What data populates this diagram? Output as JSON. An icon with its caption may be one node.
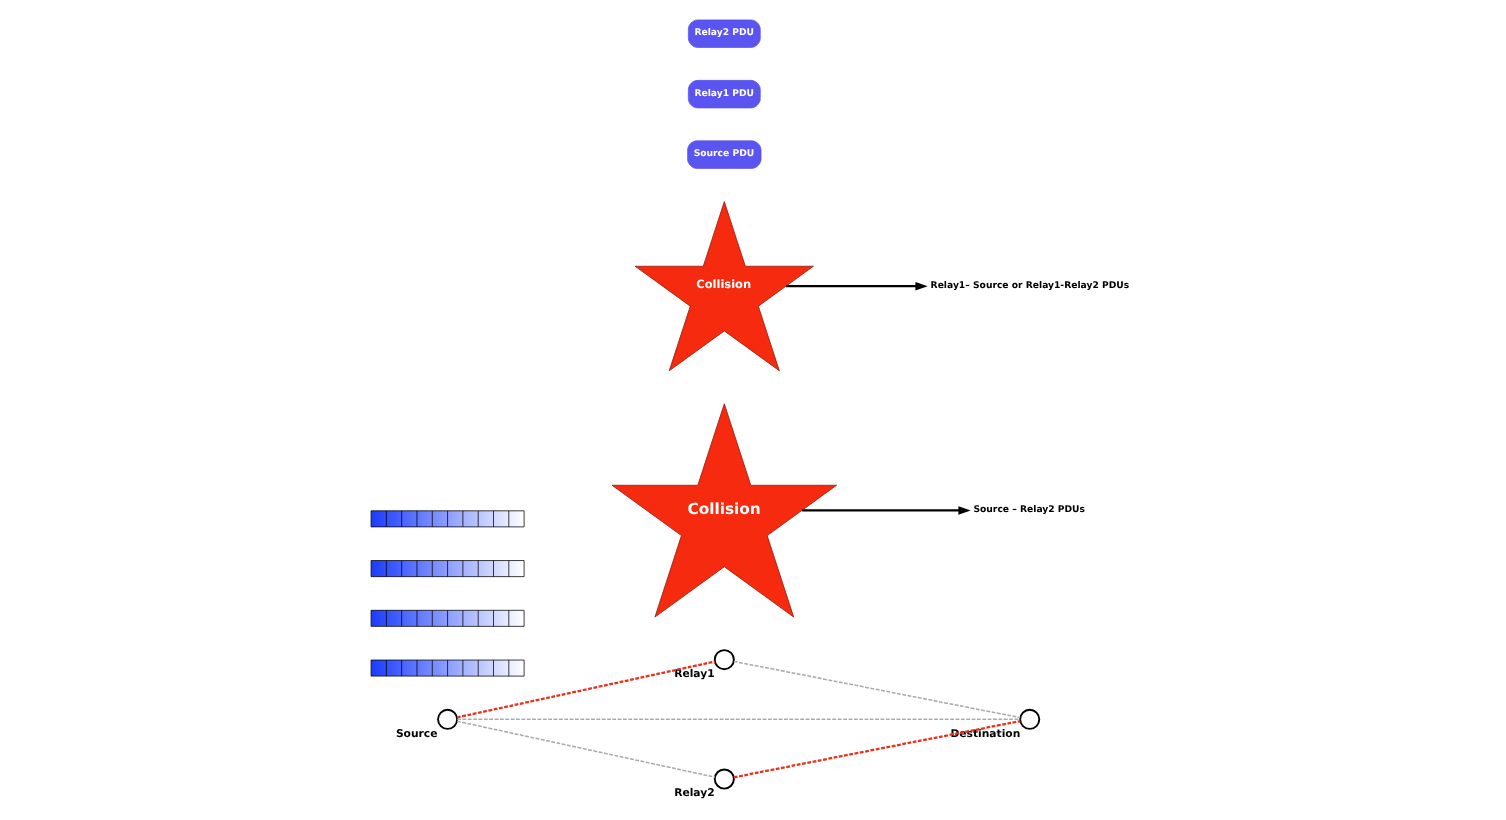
{
  "diagram": {
    "nodes": [
      {
        "text": [
          "Relay1"
        ]
      },
      {
        "text": [
          "Source"
        ]
      },
      {
        "text": [
          "Destination"
        ]
      },
      {
        "text": [
          "Relay2"
        ]
      },
      {
        "text": [
          "Collision"
        ]
      },
      {
        "text": [
          "Collision"
        ]
      },
      {
        "text": [
          "Source PDU"
        ]
      },
      {
        "text": [
          "Relay1 PDU"
        ]
      },
      {
        "text": [
          "Relay2 PDU"
        ]
      },
      {
        "text": [
          "Relay1– Source or Relay1-Relay2 PDUs"
        ]
      },
      {
        "text": [
          "Source – Relay2 PDUs"
        ]
      },
      {
        "text": [],
        "shape": "bar"
      },
      {
        "text": [],
        "shape": "bar"
      },
      {
        "text": [],
        "shape": "bar"
      },
      {
        "text": [],
        "shape": "bar"
      }
    ],
    "edges": [
      {
        "from": 1,
        "to": 0,
        "arrow": "none",
        "style": "dashed",
        "color": "#e8321e"
      },
      {
        "from": 1,
        "to": 2,
        "arrow": "none",
        "style": "dashed"
      },
      {
        "from": 1,
        "to": 3,
        "arrow": "none",
        "style": "dashed"
      },
      {
        "from": 0,
        "to": 2,
        "arrow": "none",
        "style": "dashed"
      },
      {
        "from": 3,
        "to": 2,
        "arrow": "none",
        "style": "dashed",
        "color": "#e8321e"
      },
      {
        "from": 5,
        "to": 9,
        "arrow": "to",
        "color": "#000000"
      },
      {
        "from": 4,
        "to": 10,
        "arrow": "to",
        "color": "#000000"
      }
    ]
  }
}
